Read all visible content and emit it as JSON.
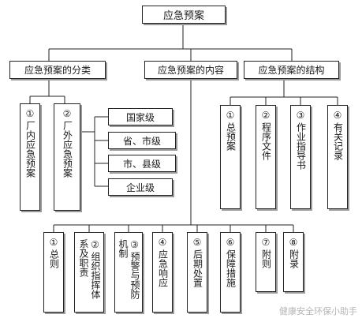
{
  "root": "应急预案",
  "level1": {
    "classification": "应急预案的分类",
    "content": "应急预案的内容",
    "structure": "应急预案的结构"
  },
  "classification_items": [
    {
      "num": "①",
      "text": "厂内应急预案"
    },
    {
      "num": "②",
      "text": "厂外应急预案"
    }
  ],
  "levels": [
    "国家级",
    "省、市级",
    "市、县级",
    "企业级"
  ],
  "structure_items": [
    {
      "num": "①",
      "text": "总预案"
    },
    {
      "num": "②",
      "text": "程序文件"
    },
    {
      "num": "③",
      "text": "作业指导书"
    },
    {
      "num": "④",
      "text": "有关记录"
    }
  ],
  "content_items": [
    {
      "num": "①",
      "text": "总则",
      "side": ""
    },
    {
      "num": "②",
      "text": "组织指挥体",
      "side": "系及职责"
    },
    {
      "num": "③",
      "text": "预警与预防",
      "side": "机制"
    },
    {
      "num": "④",
      "text": "应急响应",
      "side": ""
    },
    {
      "num": "⑤",
      "text": "后期处置",
      "side": ""
    },
    {
      "num": "⑥",
      "text": "保障措施",
      "side": ""
    },
    {
      "num": "⑦",
      "text": "附则",
      "side": ""
    },
    {
      "num": "⑧",
      "text": "附录",
      "side": ""
    }
  ],
  "watermark": "健康安全环保小助手"
}
